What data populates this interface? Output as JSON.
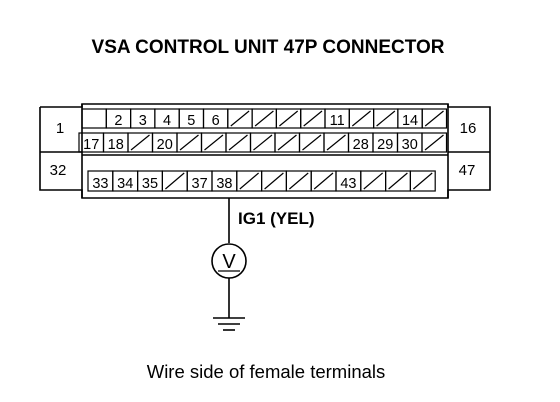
{
  "title": "VSA CONTROL UNIT 47P CONNECTOR",
  "connector": {
    "left_top": "1",
    "right_top": "16",
    "left_bottom": "32",
    "right_bottom": "47",
    "row1": [
      "",
      "2",
      "3",
      "4",
      "5",
      "6",
      "/",
      "/",
      "/",
      "/",
      "11",
      "/",
      "/",
      "14",
      "/"
    ],
    "row2": [
      "17",
      "18",
      "/",
      "20",
      "/",
      "/",
      "/",
      "/",
      "/",
      "/",
      "/",
      "28",
      "29",
      "30",
      "/"
    ],
    "row3": [
      "33",
      "34",
      "35",
      "/",
      "37",
      "38",
      "/",
      "/",
      "/",
      "/",
      "43",
      "/",
      "/",
      "/"
    ]
  },
  "wire_label": "IG1 (YEL)",
  "meter_symbol": "V",
  "caption": "Wire side of female terminals"
}
